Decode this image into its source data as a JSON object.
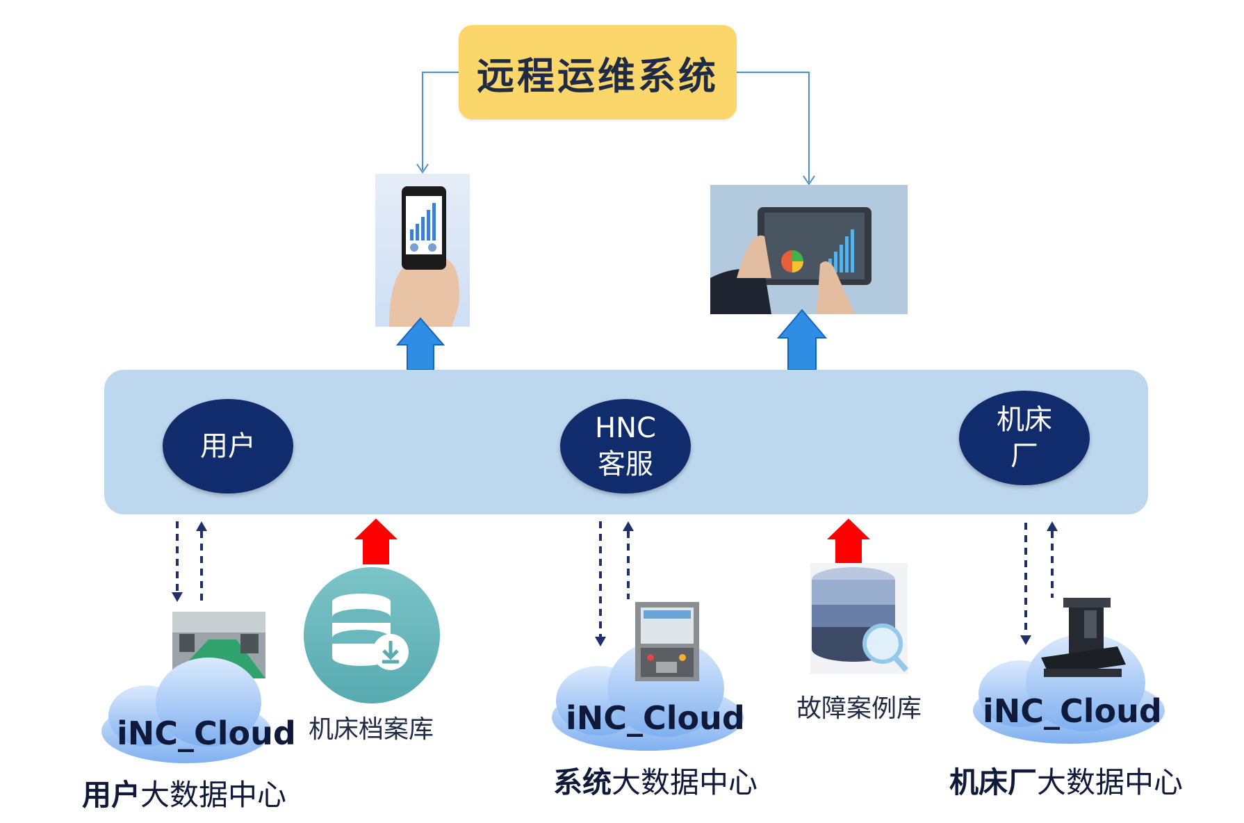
{
  "title": "远程运维系统",
  "nodes": [
    {
      "line1": "用户",
      "line2": ""
    },
    {
      "line1": "HNC",
      "line2": "客服"
    },
    {
      "line1": "机床",
      "line2": "厂"
    }
  ],
  "cloud_label": "iNC_Cloud",
  "databases": {
    "machine_archive": "机床档案库",
    "fault_case": "故障案例库"
  },
  "centers": [
    {
      "bold": "用户",
      "rest": "大数据中心"
    },
    {
      "bold": "系统",
      "rest": "大数据中心"
    },
    {
      "bold": "机床厂",
      "rest": "大数据中心"
    }
  ],
  "colors": {
    "title_bg": "#fbd66a",
    "band": "#bdd7ee",
    "node": "#102c6c",
    "up_arrow_blue": "#2f8de4",
    "up_arrow_red": "#ff0000",
    "dashed_arrow": "#1f2f6b"
  }
}
